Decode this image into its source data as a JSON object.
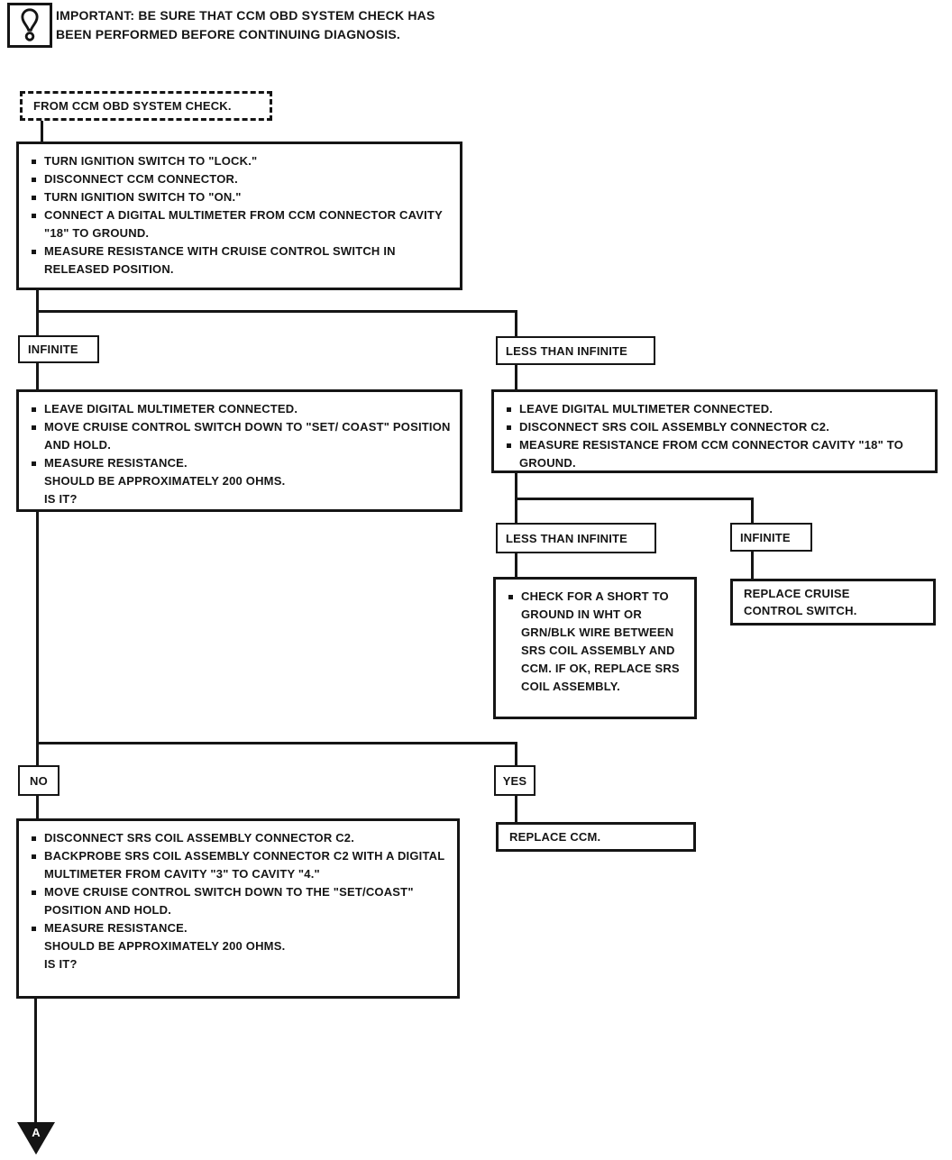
{
  "ink_color": "#151515",
  "background_color": "#ffffff",
  "notice": {
    "icon": "important-exclamation-icon",
    "line1": "IMPORTANT: BE SURE THAT CCM OBD SYSTEM CHECK HAS",
    "line2": "BEEN PERFORMED BEFORE CONTINUING DIAGNOSIS."
  },
  "nodes": {
    "start": {
      "label": "FROM CCM OBD SYSTEM CHECK."
    },
    "step1": {
      "items": [
        {
          "bullet": true,
          "text": "TURN IGNITION SWITCH TO \"LOCK.\""
        },
        {
          "bullet": true,
          "text": "DISCONNECT CCM CONNECTOR."
        },
        {
          "bullet": true,
          "text": "TURN IGNITION SWITCH TO \"ON.\""
        },
        {
          "bullet": true,
          "text": "CONNECT A DIGITAL MULTIMETER FROM CCM CONNECTOR CAVITY \"18\" TO GROUND."
        },
        {
          "bullet": true,
          "text": "MEASURE RESISTANCE WITH CRUISE CONTROL SWITCH IN RELEASED POSITION."
        }
      ]
    },
    "outcome_infinite_1": {
      "label": "INFINITE"
    },
    "outcome_less_than_infinite_1": {
      "label": "LESS THAN INFINITE"
    },
    "left_test": {
      "items": [
        {
          "bullet": true,
          "text": "LEAVE DIGITAL MULTIMETER CONNECTED."
        },
        {
          "bullet": true,
          "text": "MOVE CRUISE CONTROL SWITCH DOWN TO \"SET/ COAST\" POSITION AND HOLD."
        },
        {
          "bullet": true,
          "text": "MEASURE RESISTANCE."
        },
        {
          "bullet": false,
          "text": "SHOULD BE APPROXIMATELY 200 OHMS."
        },
        {
          "bullet": false,
          "text": "IS IT?"
        }
      ]
    },
    "right_test": {
      "items": [
        {
          "bullet": true,
          "text": "LEAVE DIGITAL MULTIMETER CONNECTED."
        },
        {
          "bullet": true,
          "text": "DISCONNECT SRS COIL ASSEMBLY CONNECTOR C2."
        },
        {
          "bullet": true,
          "text": "MEASURE RESISTANCE FROM CCM CONNECTOR CAVITY \"18\" TO GROUND."
        }
      ]
    },
    "outcome_less_than_infinite_2": {
      "label": "LESS THAN INFINITE"
    },
    "outcome_infinite_2": {
      "label": "INFINITE"
    },
    "short_check": {
      "items": [
        {
          "bullet": true,
          "text": "CHECK FOR A SHORT TO GROUND IN WHT OR GRN/BLK WIRE BETWEEN SRS COIL ASSEMBLY AND CCM. IF OK, REPLACE SRS COIL ASSEMBLY."
        }
      ]
    },
    "replace_cruise": {
      "label": "REPLACE CRUISE CONTROL SWITCH."
    },
    "outcome_no": {
      "label": "NO"
    },
    "outcome_yes": {
      "label": "YES"
    },
    "replace_ccm": {
      "label": "REPLACE CCM."
    },
    "backprobe_test": {
      "items": [
        {
          "bullet": true,
          "text": "DISCONNECT SRS COIL ASSEMBLY CONNECTOR C2."
        },
        {
          "bullet": true,
          "text": "BACKPROBE SRS COIL ASSEMBLY CONNECTOR C2 WITH A DIGITAL MULTIMETER FROM CAVITY \"3\" TO CAVITY \"4.\""
        },
        {
          "bullet": true,
          "text": "MOVE CRUISE CONTROL SWITCH DOWN TO THE \"SET/COAST\" POSITION AND HOLD."
        },
        {
          "bullet": true,
          "text": "MEASURE RESISTANCE."
        },
        {
          "bullet": false,
          "text": "SHOULD BE APPROXIMATELY 200 OHMS."
        },
        {
          "bullet": false,
          "text": "IS IT?"
        }
      ]
    },
    "off_page_connector": {
      "label": "A"
    }
  }
}
